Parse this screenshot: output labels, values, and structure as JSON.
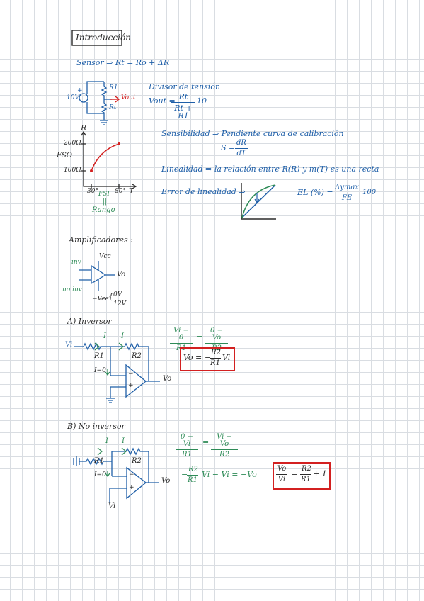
{
  "title": "Introducción",
  "sensor_line": "Sensor ⇒ Rt = Ro + ΔR",
  "divider": {
    "label": "Divisor de tensión",
    "vout_prefix": "Vout =",
    "num": "Rt",
    "den": "Rt + R1",
    "factor": "10",
    "circuit": {
      "source": "10V",
      "plus": "+",
      "r1": "R1",
      "rt": "Rt",
      "vout": "Vout"
    }
  },
  "graph": {
    "axis_r": "R",
    "axis_t": "T",
    "y_top": "200Ω",
    "y_bottom": "100Ω",
    "fso": "FSO",
    "x_left": "30°",
    "x_right": "80°",
    "fsi": "FSI",
    "eq_mark": "||",
    "rango": "Rango"
  },
  "sensibilidad": {
    "text": "Sensibilidad ⇒ Pendiente curva de calibración",
    "s_label": "S =",
    "num": "dR",
    "den": "dT"
  },
  "linealidad": "Linealidad ⇒ la relación entre R(R) y m(T) es una recta",
  "error": {
    "label": "Error de linealidad ⇒",
    "el_label": "EL (%) =",
    "num": "Δymax",
    "den": "FE",
    "factor": "100"
  },
  "amplificadores": {
    "title": "Amplificadores :",
    "vcc": "Vcc",
    "vee": "−Vee",
    "inv": "inv",
    "no_inv": "no inv",
    "vo": "Vo",
    "range_top": "0V",
    "range_bottom": "12V"
  },
  "inversor": {
    "title": "A) Inversor",
    "vi": "Vi",
    "i1": "I",
    "i2": "I",
    "r1": "R1",
    "r2": "R2",
    "i0": "I=0",
    "vo": "Vo",
    "eq_left_num": "Vi − 0",
    "eq_left_den": "R1",
    "eq_equals": "=",
    "eq_right_num": "0 − Vo",
    "eq_right_den": "R2",
    "result_left": "Vo =",
    "result_sign": "−",
    "result_num": "R2",
    "result_den": "R1",
    "result_tail": "Vi"
  },
  "no_inversor": {
    "title": "B) No inversor",
    "i1": "I",
    "i2": "I",
    "r1": "R1",
    "r2": "R2",
    "i0": "I=0",
    "vo": "Vo",
    "vi": "Vi",
    "eq_left_num": "0 − Vi",
    "eq_left_den": "R1",
    "eq_equals": "=",
    "eq_right_num": "Vi − Vo",
    "eq_right_den": "R2",
    "eq2_sign": "−",
    "eq2_num": "R2",
    "eq2_den": "R1",
    "eq2_tail": "Vi − Vi = −Vo",
    "result_num": "Vo",
    "result_den": "Vi",
    "result_equals": "=",
    "result_r_num": "R2",
    "result_r_den": "R1",
    "result_tail": "+ 1"
  },
  "colors": {
    "ink": "#2a2a2a",
    "blue": "#1f5fa8",
    "green": "#2e8b57",
    "red": "#d32020"
  }
}
